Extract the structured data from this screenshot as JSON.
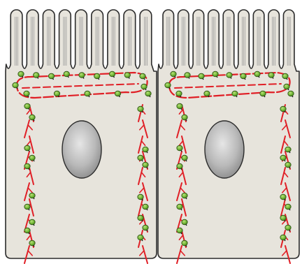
{
  "figure": {
    "cells": [
      {
        "name": "cell-left"
      },
      {
        "name": "cell-right"
      }
    ],
    "colors": {
      "background": "#ffffff",
      "cytoplasm": "#e7e4dc",
      "outline": "#2b2b2b",
      "actin": "#e01f26",
      "myosin_head": "#7fc241",
      "myosin_dark": "#3e6b1e",
      "nucleus_light": "#e2e2e2",
      "nucleus_dark": "#8f8f8f"
    },
    "components": [
      "microvilli",
      "apical-actin-ring",
      "lateral-actin-bundles",
      "myosin-motors",
      "nucleus"
    ]
  }
}
